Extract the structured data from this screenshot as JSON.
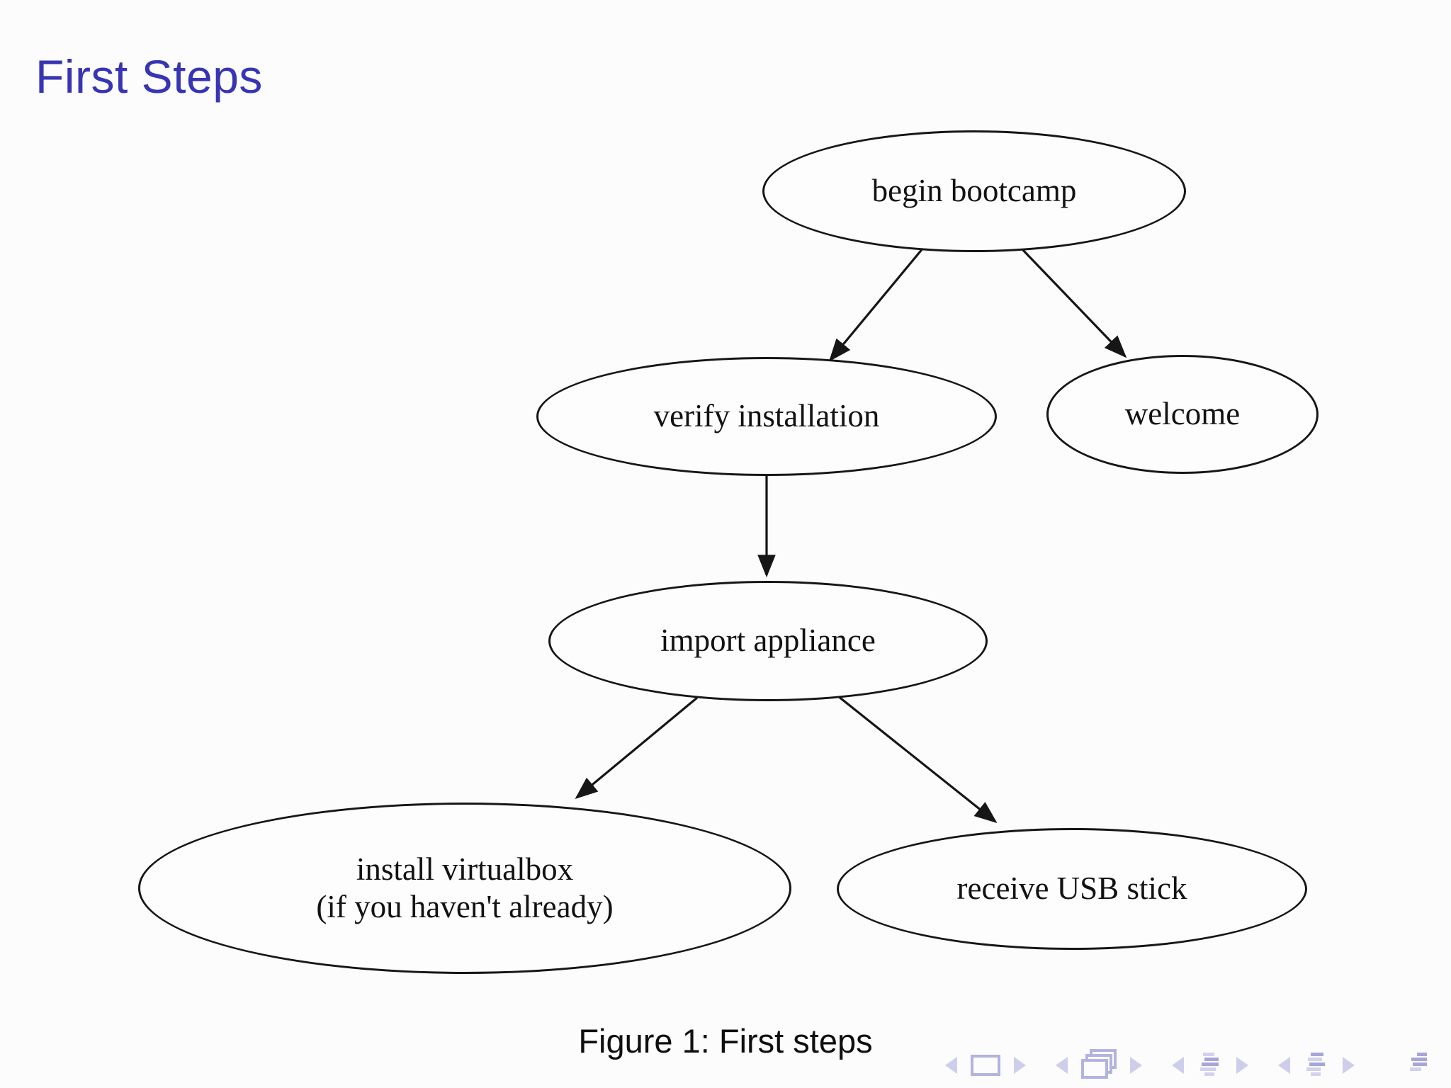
{
  "slide": {
    "title": "First Steps",
    "title_color": "#3735b3",
    "background_color": "#fcfcfd"
  },
  "figure": {
    "caption": "Figure 1: First steps"
  },
  "diagram": {
    "node_stroke_color": "#161616",
    "nodes": [
      {
        "id": "begin-bootcamp",
        "label": "begin bootcamp"
      },
      {
        "id": "verify-installation",
        "label": "verify installation"
      },
      {
        "id": "welcome",
        "label": "welcome"
      },
      {
        "id": "import-appliance",
        "label": "import appliance"
      },
      {
        "id": "install-virtualbox",
        "label": "install virtualbox\n(if you haven't already)"
      },
      {
        "id": "receive-usb-stick",
        "label": "receive USB stick"
      }
    ],
    "edges": [
      {
        "from": "begin bootcamp",
        "to": "verify installation"
      },
      {
        "from": "begin bootcamp",
        "to": "welcome"
      },
      {
        "from": "verify installation",
        "to": "import appliance"
      },
      {
        "from": "import appliance",
        "to": "install virtualbox (if you haven't already)"
      },
      {
        "from": "import appliance",
        "to": "receive USB stick"
      }
    ]
  },
  "navbar": {
    "accent_color": "#b3b3e1",
    "accent_dark": "#a6a6d9",
    "accent_light": "#d2d2ee",
    "items": [
      "prev-slide",
      "slide",
      "next-slide",
      "prev-frame",
      "frames",
      "next-frame",
      "prev-section",
      "section",
      "next-section",
      "prev-subsection",
      "subsection",
      "next-subsection",
      "appendix",
      "back",
      "search",
      "forward"
    ]
  }
}
